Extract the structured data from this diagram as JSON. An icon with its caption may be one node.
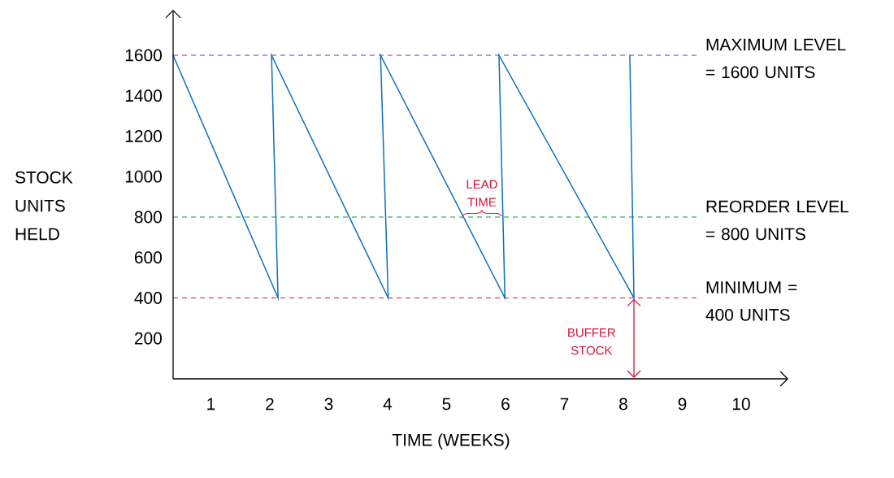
{
  "diagram": {
    "chart_data": {
      "type": "line",
      "xlabel": "TIME (WEEKS)",
      "ylabel": "STOCK UNITS HELD",
      "x": [
        0.36,
        2.14,
        2.03,
        4.01,
        3.88,
        5.99,
        5.89,
        8.18,
        8.11
      ],
      "series": [
        {
          "color": "#0a6fc2",
          "values": [
            1600,
            400,
            1600,
            400,
            1600,
            400,
            1600,
            400,
            1600
          ]
        }
      ],
      "xlim": [
        0.36,
        10.8
      ],
      "ylim": [
        0,
        1825
      ],
      "xticks": [
        1,
        2,
        3,
        4,
        5,
        6,
        7,
        8,
        9,
        10
      ],
      "yticks": [
        200,
        400,
        600,
        800,
        1000,
        1200,
        1400,
        1600
      ],
      "ref_lines": [
        {
          "axis": "y",
          "value": 1600,
          "color": "#7b2fa8",
          "label": "MAXIMUM LEVEL = 1600 UNITS"
        },
        {
          "axis": "y",
          "value": 800,
          "color": "#0f9a3c",
          "label": "REORDER LEVEL = 800 UNITS"
        },
        {
          "axis": "y",
          "value": 400,
          "color": "#d6153a",
          "label": "MINIMUM = 400 UNITS"
        }
      ],
      "annotations": [
        "LEAD TIME",
        "BUFFER STOCK"
      ]
    }
  }
}
